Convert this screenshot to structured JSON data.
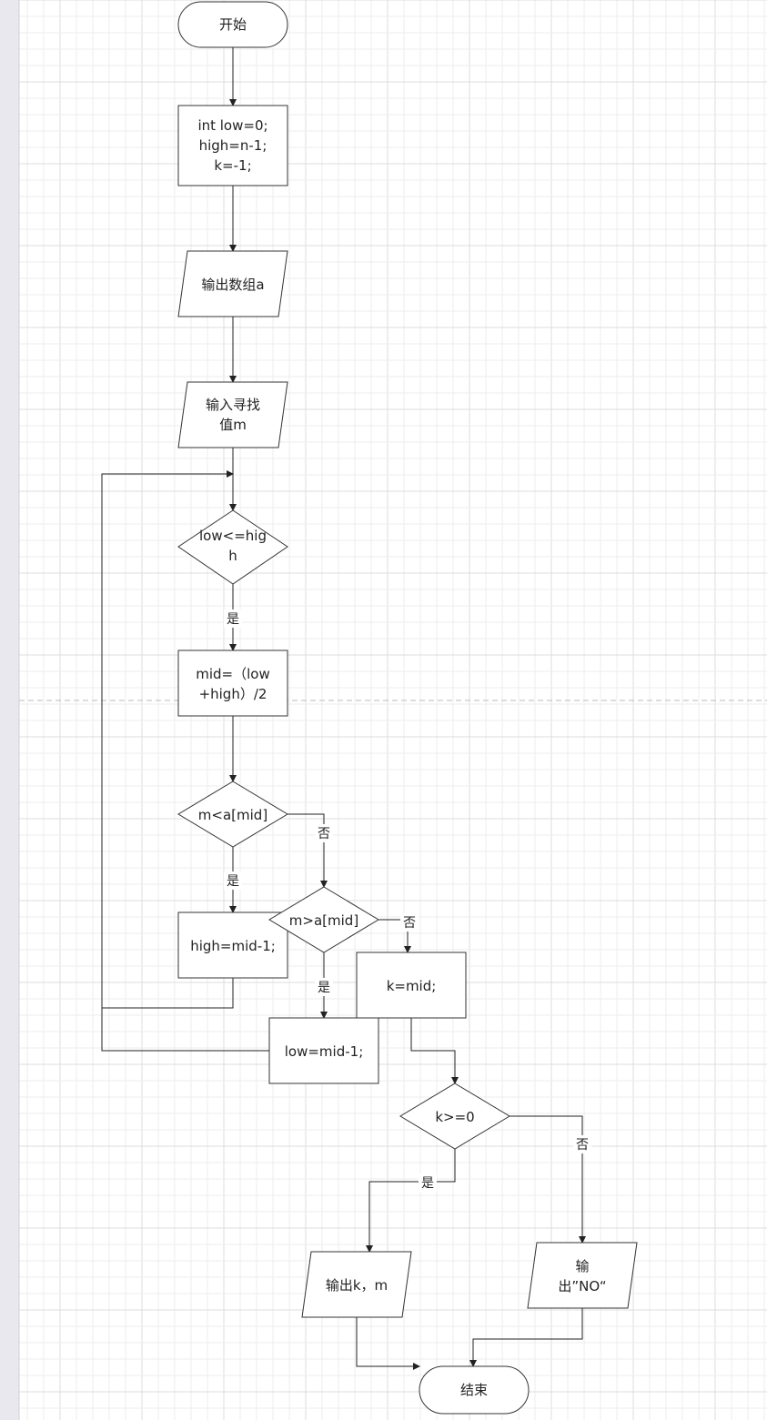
{
  "colors": {
    "background": "#ffffff",
    "sidebar": "#e8e8ee",
    "grid_minor": "#eeeeee",
    "grid_major": "#dcdcdc",
    "stroke": "#333333",
    "text": "#222222"
  },
  "nodes": {
    "start": {
      "lines": [
        "开始"
      ]
    },
    "init": {
      "lines": [
        "int low=0;",
        "high=n-1;",
        "k=-1;"
      ]
    },
    "output_array": {
      "lines": [
        "输出数组a"
      ]
    },
    "input_m": {
      "lines": [
        "输入寻找",
        "值m"
      ]
    },
    "loop_cond": {
      "lines": [
        "low<=hig",
        "h"
      ]
    },
    "calc_mid": {
      "lines": [
        "mid=（low",
        "+high）/2"
      ]
    },
    "cond_less": {
      "lines": [
        "m<a[mid]"
      ]
    },
    "set_high": {
      "lines": [
        "high=mid-1;"
      ]
    },
    "cond_greater": {
      "lines": [
        "m>a[mid]"
      ]
    },
    "set_k": {
      "lines": [
        "k=mid;"
      ]
    },
    "set_low": {
      "lines": [
        "low=mid-1;"
      ]
    },
    "cond_found": {
      "lines": [
        "k>=0"
      ]
    },
    "output_km": {
      "lines": [
        "输出k，m"
      ]
    },
    "output_no": {
      "lines": [
        "输",
        "出”NO“"
      ]
    },
    "end": {
      "lines": [
        "结束"
      ]
    }
  },
  "edge_labels": {
    "loop_yes": "是",
    "less_yes": "是",
    "less_no": "否",
    "greater_yes": "是",
    "greater_no": "否",
    "found_yes": "是",
    "found_no": "否"
  }
}
